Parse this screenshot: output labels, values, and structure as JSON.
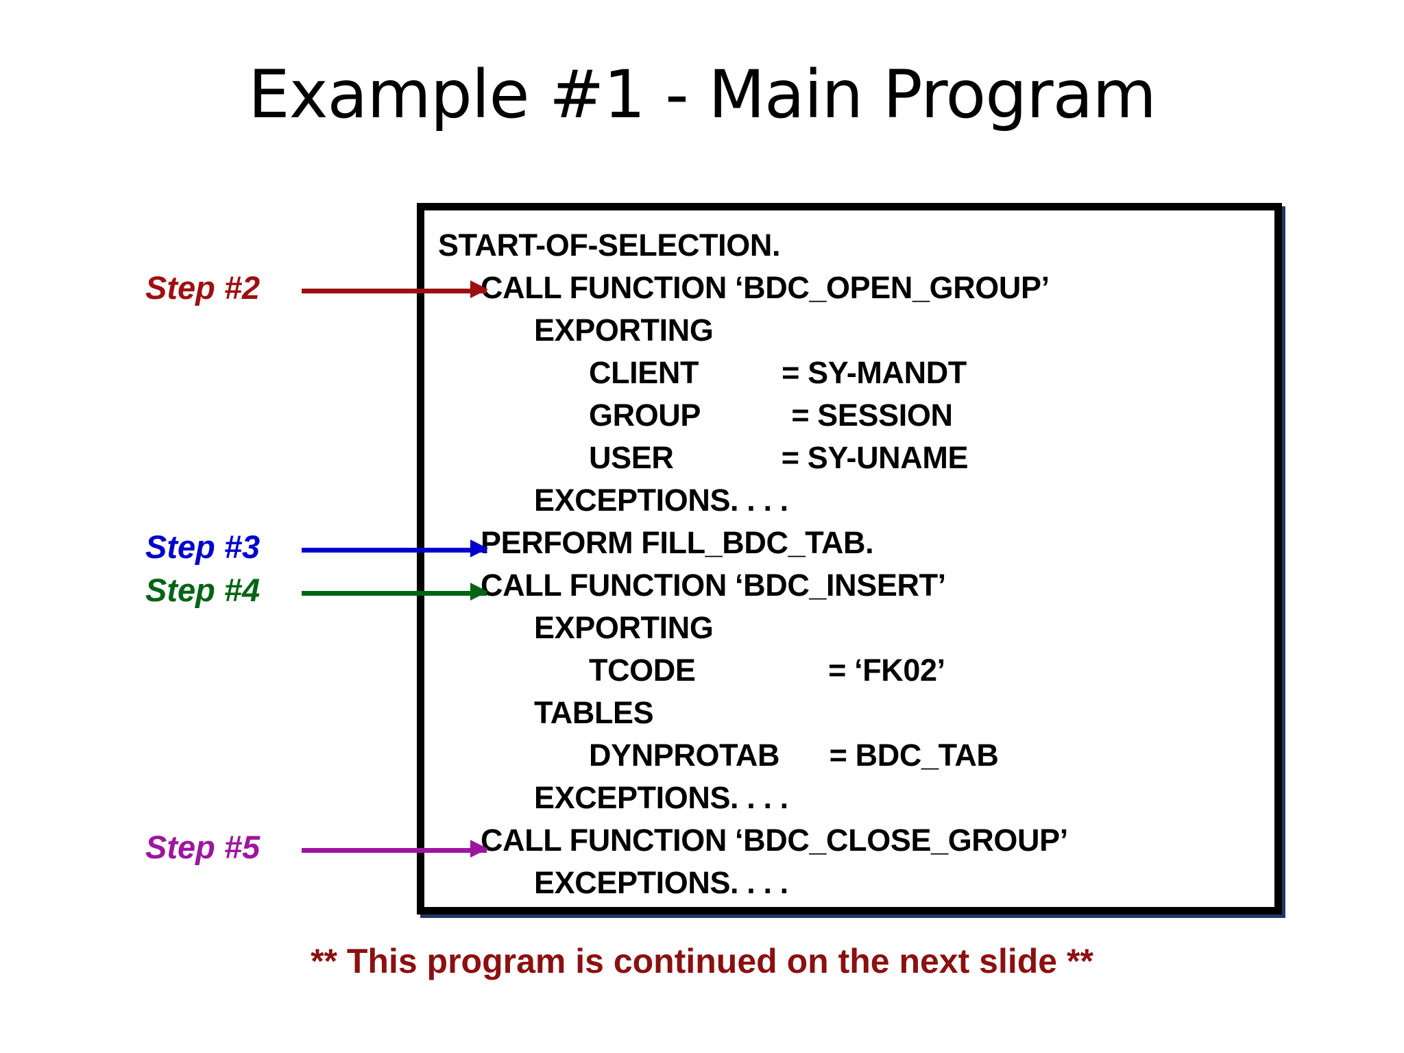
{
  "slide": {
    "title": "Example #1 - Main Program",
    "footer_note": "** This program is continued on the next slide **"
  },
  "colors": {
    "title": "#000000",
    "code_text": "#000000",
    "box_border": "#000000",
    "box_shadow": "#1f3864",
    "step2": "#9e0f12",
    "step3": "#0000cc",
    "step4": "#006414",
    "step5": "#9c179e",
    "footer": "#8b1010",
    "background": "#ffffff"
  },
  "code_box": {
    "lines": [
      {
        "id": "start-of-selection",
        "indent": 0,
        "text": "START-OF-SELECTION."
      },
      {
        "id": "call-bdc-open-group",
        "indent": 1,
        "text": "CALL FUNCTION ‘BDC_OPEN_GROUP’"
      },
      {
        "id": "exporting-1",
        "indent": 2,
        "text": "EXPORTING"
      },
      {
        "id": "client-param",
        "indent": 3,
        "text": "CLIENT          = SY-MANDT"
      },
      {
        "id": "group-param",
        "indent": 3,
        "text": "GROUP           = SESSION"
      },
      {
        "id": "user-param",
        "indent": 3,
        "text": "USER             = SY-UNAME"
      },
      {
        "id": "exceptions-1",
        "indent": 2,
        "text": "EXCEPTIONS. . . ."
      },
      {
        "id": "perform-fill-bdc-tab",
        "indent": 1,
        "text": "PERFORM FILL_BDC_TAB."
      },
      {
        "id": "call-bdc-insert",
        "indent": 1,
        "text": "CALL FUNCTION ‘BDC_INSERT’"
      },
      {
        "id": "exporting-2",
        "indent": 2,
        "text": "EXPORTING"
      },
      {
        "id": "tcode-param",
        "indent": 3,
        "text": "TCODE                = ‘FK02’"
      },
      {
        "id": "tables",
        "indent": 2,
        "text": "TABLES"
      },
      {
        "id": "dynprotab-param",
        "indent": 3,
        "text": "DYNPROTAB      = BDC_TAB"
      },
      {
        "id": "exceptions-2",
        "indent": 2,
        "text": "EXCEPTIONS. . . ."
      },
      {
        "id": "call-bdc-close-group",
        "indent": 1,
        "text": "CALL FUNCTION ‘BDC_CLOSE_GROUP’"
      },
      {
        "id": "exceptions-3",
        "indent": 2,
        "text": "EXCEPTIONS. . . ."
      }
    ]
  },
  "steps": [
    {
      "id": "step-2",
      "label": "Step #2",
      "color": "#9e0f12",
      "target_line": "CALL FUNCTION ‘BDC_OPEN_GROUP’"
    },
    {
      "id": "step-3",
      "label": "Step #3",
      "color": "#0000cc",
      "target_line": "PERFORM FILL_BDC_TAB."
    },
    {
      "id": "step-4",
      "label": "Step #4",
      "color": "#006414",
      "target_line": "CALL FUNCTION ‘BDC_INSERT’"
    },
    {
      "id": "step-5",
      "label": "Step #5",
      "color": "#9c179e",
      "target_line": "CALL FUNCTION ‘BDC_CLOSE_GROUP’"
    }
  ]
}
